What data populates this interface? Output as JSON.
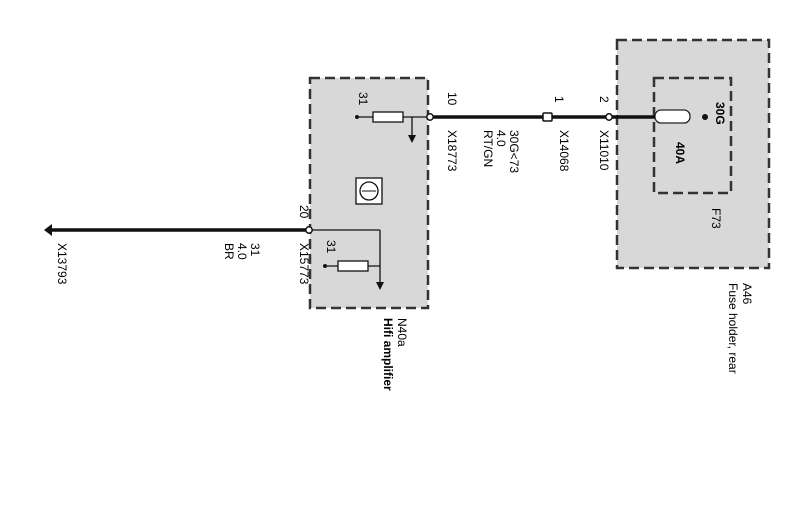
{
  "components": {
    "fuse_holder": {
      "id": "A46",
      "description": "Fuse holder, rear",
      "fuse": {
        "id": "F73",
        "rating": "40A",
        "terminal": "30G"
      }
    },
    "amplifier": {
      "id": "N40a",
      "description": "Hifi amplifier",
      "ground_label": "31"
    }
  },
  "connectors": {
    "x11010": {
      "id": "X11010",
      "pin": "2"
    },
    "x14068": {
      "id": "X14068",
      "pin": "1"
    },
    "x18773": {
      "id": "X18773",
      "pin": "10",
      "internal_label": "31"
    },
    "x15773": {
      "id": "X15773",
      "pin": "20",
      "internal_label": "31"
    },
    "x13793": {
      "id": "X13793"
    }
  },
  "wires": {
    "supply": {
      "signal": "30G<73",
      "size": "4.0",
      "color": "RT/GN"
    },
    "ground": {
      "signal": "31",
      "size": "4.0",
      "color": "BR"
    }
  }
}
